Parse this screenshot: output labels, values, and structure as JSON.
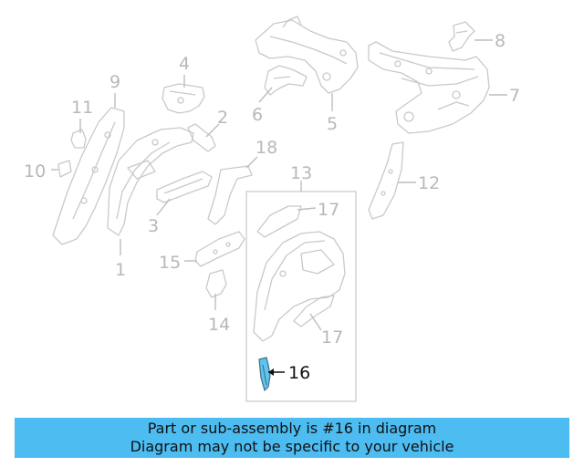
{
  "callouts": {
    "c1": "1",
    "c2": "2",
    "c3": "3",
    "c4": "4",
    "c5": "5",
    "c6": "6",
    "c7": "7",
    "c8": "8",
    "c9": "9",
    "c10": "10",
    "c11": "11",
    "c12": "12",
    "c13": "13",
    "c14": "14",
    "c15": "15",
    "c16": "16",
    "c17a": "17",
    "c17b": "17",
    "c18": "18"
  },
  "highlighted_part": "16",
  "colors": {
    "highlight": "#5ec3ee",
    "banner": "#4dbcf0",
    "part_line": "#c9c9c9"
  },
  "banner": {
    "line1": "Part or sub-assembly is #16 in diagram",
    "line2": "Diagram may not be specific to your vehicle"
  }
}
